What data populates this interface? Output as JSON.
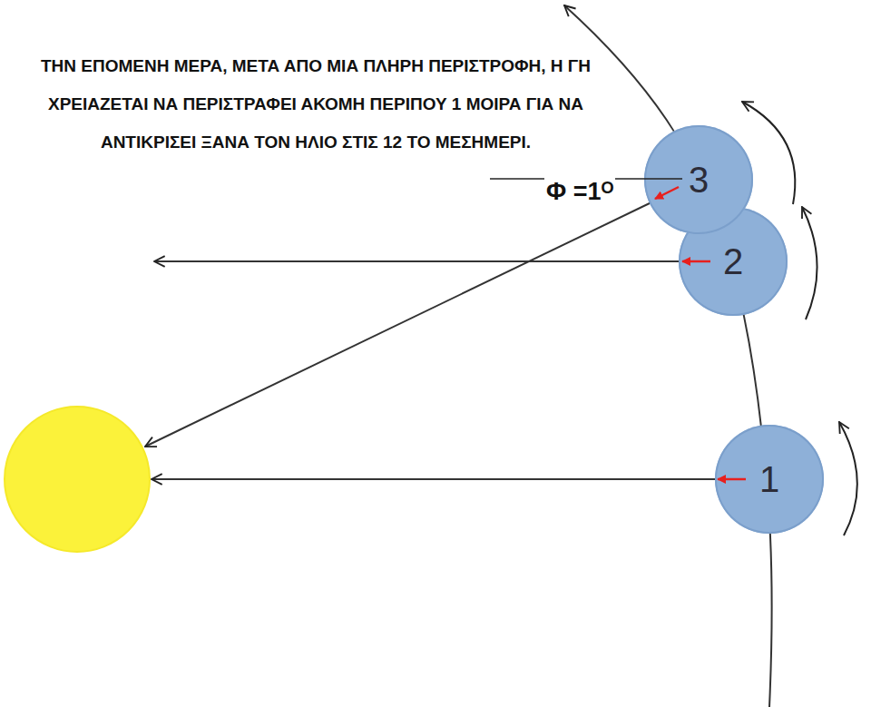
{
  "diagram": {
    "title": "ΤΗΝ ΕΠΟΜΕΝΗ ΜΕΡΑ, ΜΕΤΑ ΑΠΟ ΜΙΑ ΠΛΗΡΗ ΠΕΡΙΣΤΡΟΦΗ, Η ΓΗ ΧΡΕΙΑΖΕΤΑΙ ΝΑ ΠΕΡΙΣΤΡΑΦΕΙ ΑΚΟΜΗ ΠΕΡΙΠΟΥ 1 ΜΟΙΡΑ ΓΙΑ ΝΑ ΑΝΤΙΚΡΙΣΕΙ ΞΑΝΑ ΤΟΝ ΗΛΙΟ ΣΤΙΣ 12 ΤΟ ΜΕΣΗΜΕΡΙ.",
    "nodes": [
      {
        "text": [
          "3"
        ]
      },
      {
        "text": [
          "2"
        ]
      },
      {
        "text": [
          "1"
        ]
      }
    ],
    "labels": [
      "Φ =1ᴼ"
    ]
  }
}
